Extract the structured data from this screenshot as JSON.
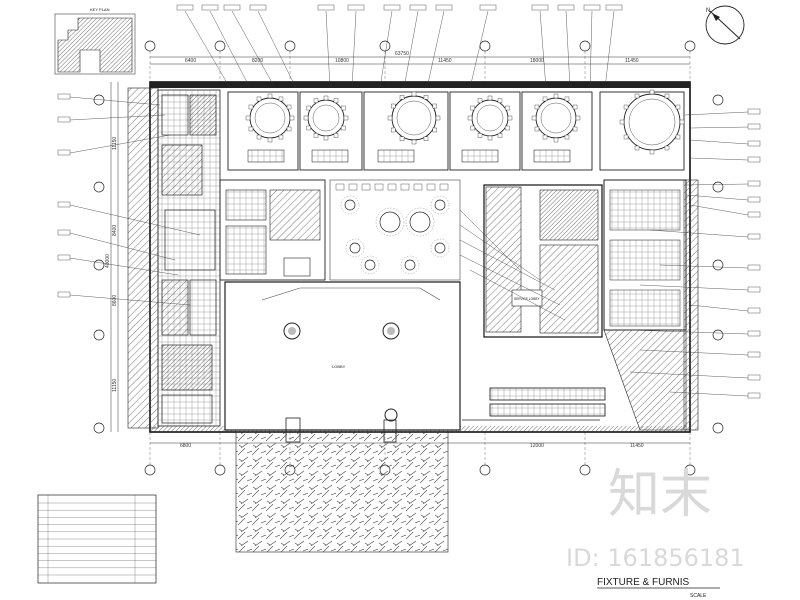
{
  "drawing": {
    "top_dims": [
      "6400",
      "8200",
      "10800",
      "11450",
      "18000",
      "11450",
      "63750"
    ],
    "bottom_dims": [
      "6800",
      "12000",
      "11450"
    ],
    "left_dims": [
      "11150",
      "8400",
      "8600",
      "11150",
      "40000"
    ],
    "title": "FIXTURE & FURNIS",
    "scale": "SCALE",
    "lobby_label": "LOBBY",
    "service_label": "SERVICE LOBBY"
  },
  "watermark": {
    "logo": "知末",
    "id_text": "ID: 161856181"
  },
  "icons": [
    "north-arrow-icon"
  ]
}
